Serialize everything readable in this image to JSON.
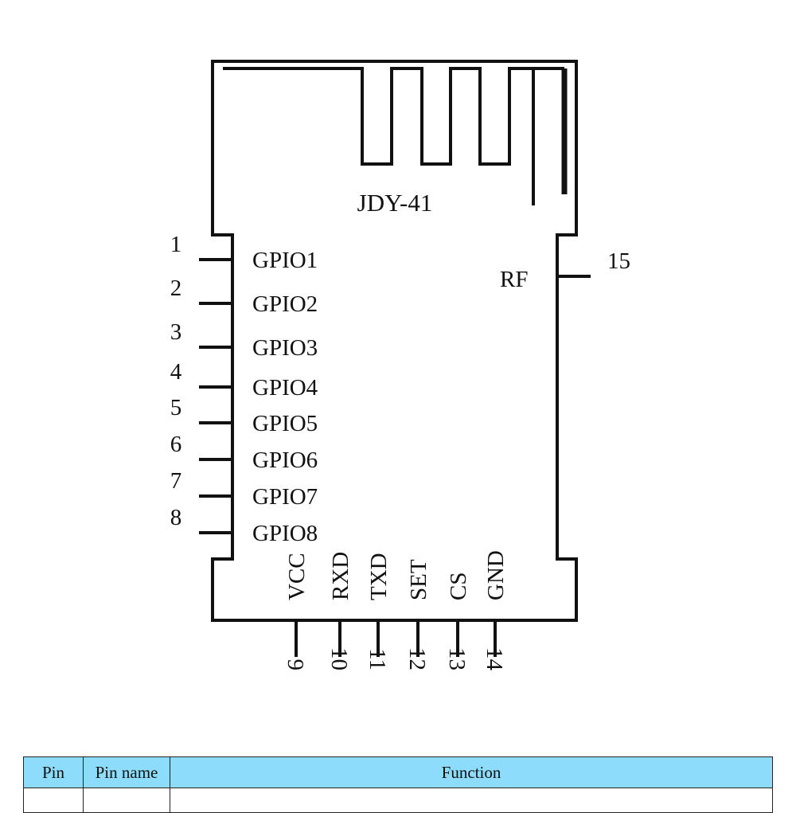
{
  "module": {
    "name": "JDY-41",
    "left_pins": [
      {
        "number": "1",
        "name": "GPIO1"
      },
      {
        "number": "2",
        "name": "GPIO2"
      },
      {
        "number": "3",
        "name": "GPIO3"
      },
      {
        "number": "4",
        "name": "GPIO4"
      },
      {
        "number": "5",
        "name": "GPIO5"
      },
      {
        "number": "6",
        "name": "GPIO6"
      },
      {
        "number": "7",
        "name": "GPIO7"
      },
      {
        "number": "8",
        "name": "GPIO8"
      }
    ],
    "bottom_pins": [
      {
        "number": "9",
        "name": "VCC"
      },
      {
        "number": "10",
        "name": "RXD"
      },
      {
        "number": "11",
        "name": "TXD"
      },
      {
        "number": "12",
        "name": "SET"
      },
      {
        "number": "13",
        "name": "CS"
      },
      {
        "number": "14",
        "name": "GND"
      }
    ],
    "right_pins": [
      {
        "number": "15",
        "name": "RF"
      }
    ]
  },
  "table": {
    "headers": [
      "Pin",
      "Pin name",
      "Function"
    ],
    "header_color": "#8edcfb"
  }
}
